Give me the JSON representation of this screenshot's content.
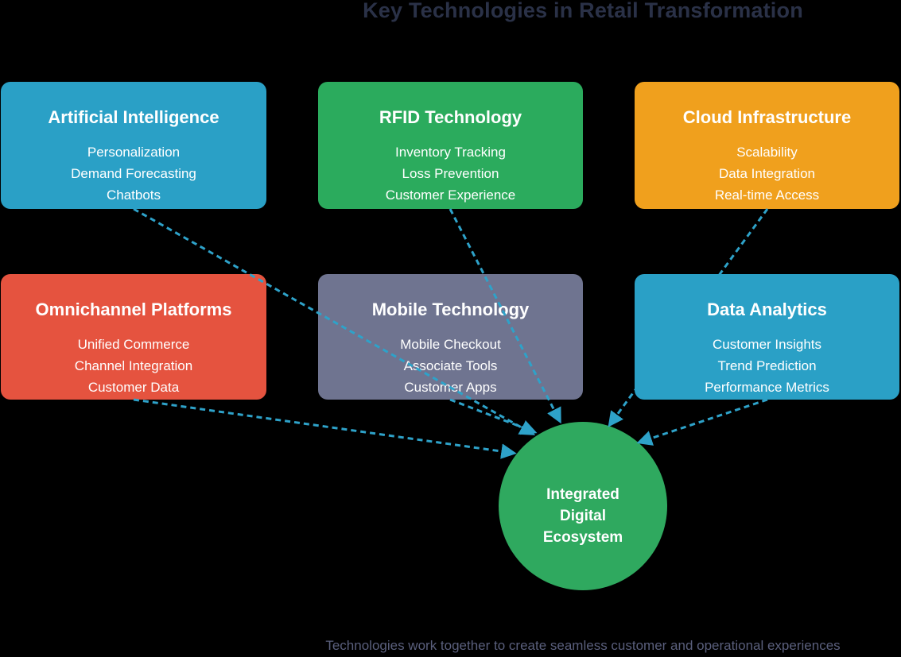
{
  "title": "Key Technologies in Retail Transformation",
  "caption": "Technologies work together to create seamless customer and operational experiences",
  "colors": {
    "background": "#000000",
    "title_text": "#2A3147",
    "caption_text": "#5A5F7C",
    "box_text": "#FFFFFF",
    "connector": "#2EA2C9"
  },
  "boxes": [
    {
      "id": "artificial-intelligence",
      "title": "Artificial Intelligence",
      "items": [
        "Personalization",
        "Demand Forecasting",
        "Chatbots"
      ],
      "color": "#2AA0C6"
    },
    {
      "id": "rfid-technology",
      "title": "RFID Technology",
      "items": [
        "Inventory Tracking",
        "Loss Prevention",
        "Customer Experience"
      ],
      "color": "#2BAB5D"
    },
    {
      "id": "cloud-infrastructure",
      "title": "Cloud Infrastructure",
      "items": [
        "Scalability",
        "Data Integration",
        "Real-time Access"
      ],
      "color": "#F0A01D"
    },
    {
      "id": "omnichannel-platforms",
      "title": "Omnichannel Platforms",
      "items": [
        "Unified Commerce",
        "Channel Integration",
        "Customer Data"
      ],
      "color": "#E5533F"
    },
    {
      "id": "mobile-technology",
      "title": "Mobile Technology",
      "items": [
        "Mobile Checkout",
        "Associate Tools",
        "Customer Apps"
      ],
      "color": "#6F7490"
    },
    {
      "id": "data-analytics",
      "title": "Data Analytics",
      "items": [
        "Customer Insights",
        "Trend Prediction",
        "Performance Metrics"
      ],
      "color": "#2AA0C6"
    }
  ],
  "hub": {
    "id": "integrated-digital-ecosystem",
    "label": "Integrated Digital Ecosystem",
    "lines": [
      "Integrated",
      "Digital",
      "Ecosystem"
    ],
    "color": "#2FA95F"
  },
  "connections": [
    {
      "from": "artificial-intelligence",
      "to": "integrated-digital-ecosystem"
    },
    {
      "from": "rfid-technology",
      "to": "integrated-digital-ecosystem"
    },
    {
      "from": "cloud-infrastructure",
      "to": "integrated-digital-ecosystem"
    },
    {
      "from": "omnichannel-platforms",
      "to": "integrated-digital-ecosystem"
    },
    {
      "from": "mobile-technology",
      "to": "integrated-digital-ecosystem"
    },
    {
      "from": "data-analytics",
      "to": "integrated-digital-ecosystem"
    }
  ]
}
